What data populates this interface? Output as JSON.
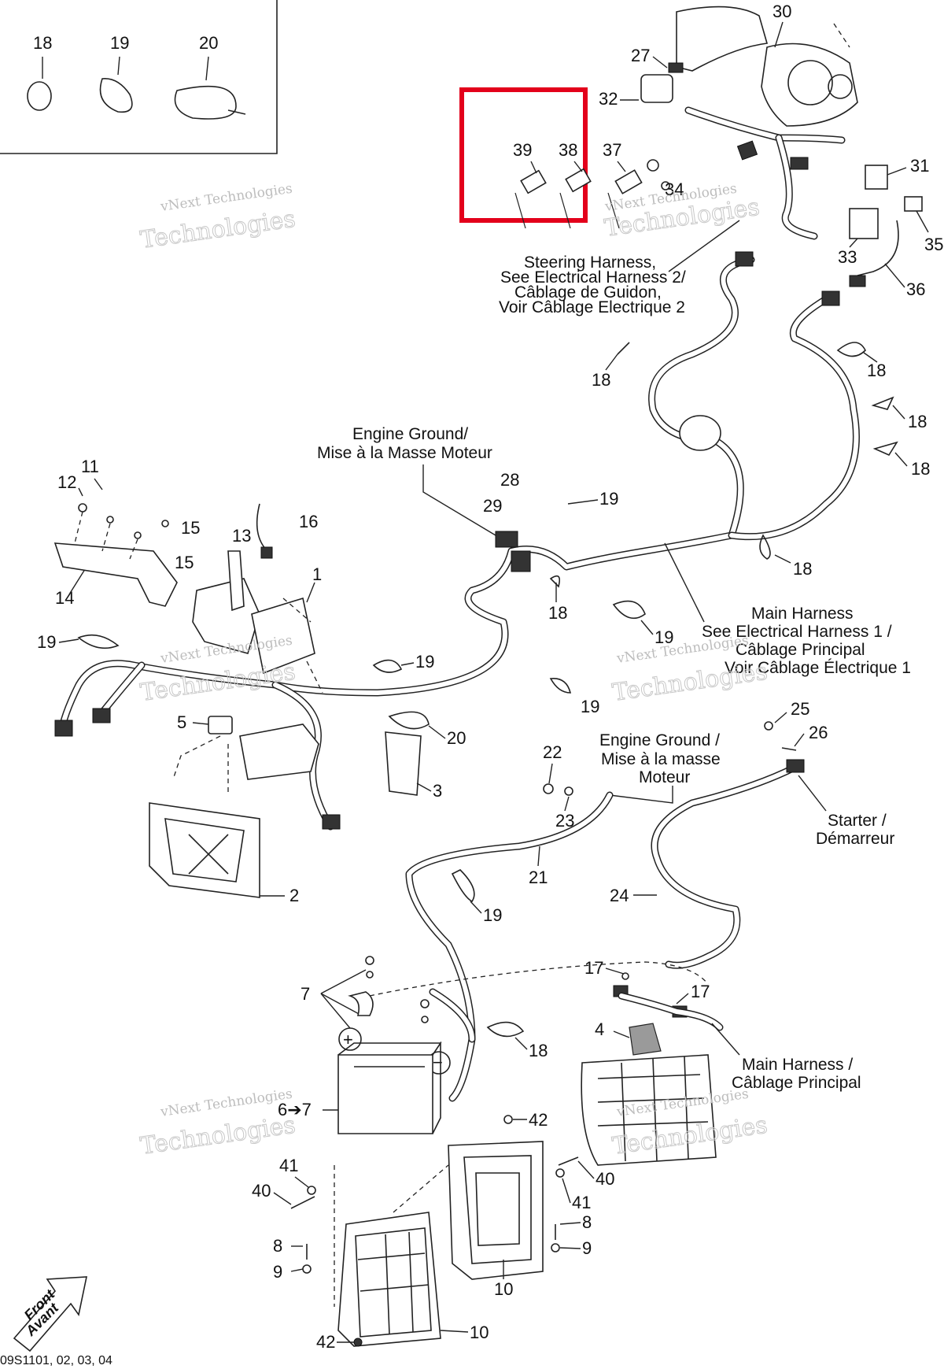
{
  "callouts": {
    "n1": "1",
    "n2": "2",
    "n3": "3",
    "n4": "4",
    "n5": "5",
    "n6to7": "6➔7",
    "n7": "7",
    "n8": "8",
    "n9": "9",
    "n10": "10",
    "n11": "11",
    "n12": "12",
    "n13": "13",
    "n14": "14",
    "n15": "15",
    "n16": "16",
    "n17": "17",
    "n18": "18",
    "n19": "19",
    "n20": "20",
    "n21": "21",
    "n22": "22",
    "n23": "23",
    "n24": "24",
    "n25": "25",
    "n26": "26",
    "n27": "27",
    "n28": "28",
    "n29": "29",
    "n30": "30",
    "n31": "31",
    "n32": "32",
    "n33": "33",
    "n34": "34",
    "n35": "35",
    "n36": "36",
    "n37": "37",
    "n38": "38",
    "n39": "39",
    "n40": "40",
    "n41": "41",
    "n42": "42"
  },
  "labels": {
    "steering_harness": [
      "Steering Harness,",
      "See Electrical Harness 2/",
      "Câblage de Guidon,",
      "Voir Câblage Electrique 2"
    ],
    "engine_ground_top": [
      "Engine Ground/",
      "Mise à la Masse Moteur"
    ],
    "main_harness_right": [
      "Main Harness",
      "See Electrical Harness 1 /",
      "Câblage Principal",
      "Voir Câblage Électrique 1"
    ],
    "engine_ground_mid": [
      "Engine Ground /",
      "Mise à la masse",
      "Moteur"
    ],
    "starter": [
      "Starter /",
      "Démarreur"
    ],
    "main_harness_bottom": [
      "Main Harness /",
      "Câblage Principal"
    ],
    "front": [
      "Front",
      "Avant"
    ],
    "plus": "+",
    "minus": "−"
  },
  "watermark": {
    "line1": "vNext Technologies",
    "line2": "Technologies"
  },
  "reference": "09S1101, 02, 03, 04",
  "colors": {
    "highlight": "#e3001b",
    "line": "#222222",
    "watermark": "#bdbdbd"
  }
}
